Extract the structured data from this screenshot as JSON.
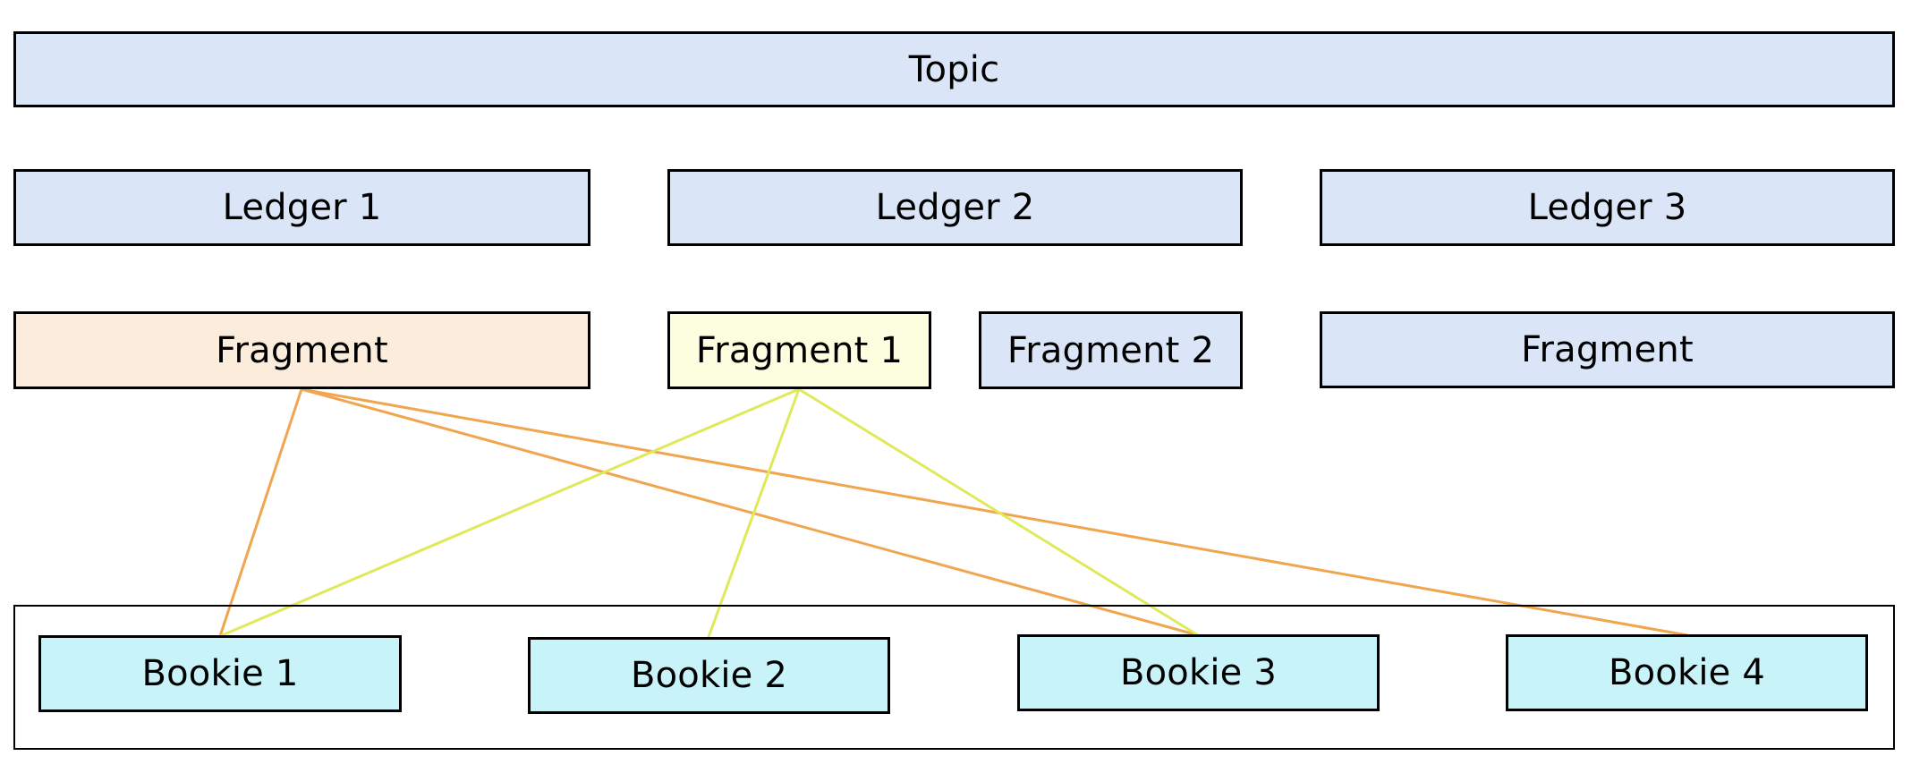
{
  "topic": {
    "label": "Topic"
  },
  "ledgers": [
    {
      "label": "Ledger 1"
    },
    {
      "label": "Ledger 2"
    },
    {
      "label": "Ledger 3"
    }
  ],
  "fragments": [
    {
      "label": "Fragment",
      "ledger": "Ledger 1",
      "color": "#fbecdc"
    },
    {
      "label": "Fragment 1",
      "ledger": "Ledger 2",
      "color": "#fdfde0"
    },
    {
      "label": "Fragment 2",
      "ledger": "Ledger 2",
      "color": "#dae6f8"
    },
    {
      "label": "Fragment",
      "ledger": "Ledger 3",
      "color": "#dae6f8"
    }
  ],
  "bookies": [
    {
      "label": "Bookie 1"
    },
    {
      "label": "Bookie 2"
    },
    {
      "label": "Bookie 3"
    },
    {
      "label": "Bookie 4"
    }
  ],
  "connections": [
    {
      "from": "Fragment (Ledger 1)",
      "to": "Bookie 1",
      "color": "#f0a64e"
    },
    {
      "from": "Fragment (Ledger 1)",
      "to": "Bookie 3",
      "color": "#f0a64e"
    },
    {
      "from": "Fragment (Ledger 1)",
      "to": "Bookie 4",
      "color": "#f0a64e"
    },
    {
      "from": "Fragment 1",
      "to": "Bookie 1",
      "color": "#dfe95a"
    },
    {
      "from": "Fragment 1",
      "to": "Bookie 2",
      "color": "#dfe95a"
    },
    {
      "from": "Fragment 1",
      "to": "Bookie 3",
      "color": "#dfe95a"
    }
  ],
  "colors": {
    "box_blue": "#dae6f8",
    "box_cyan": "#c7f3f9",
    "border": "#000000"
  }
}
